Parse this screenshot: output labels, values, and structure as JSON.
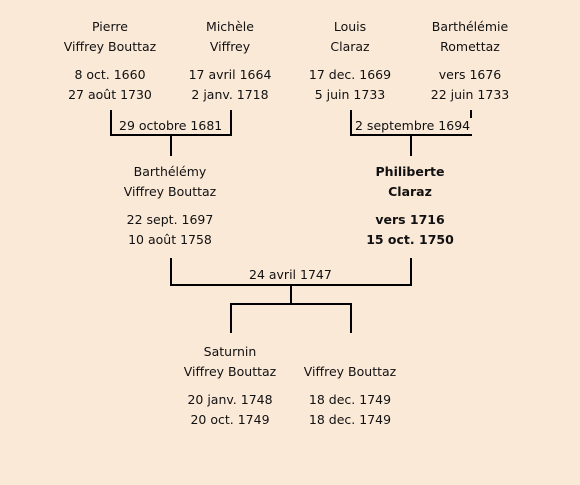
{
  "grandparents": [
    {
      "first": "Pierre",
      "last": "Viffrey Bouttaz",
      "birth": "8 oct. 1660",
      "death": "27 août 1730"
    },
    {
      "first": "Michèle",
      "last": "Viffrey",
      "birth": "17 avril 1664",
      "death": "2 janv. 1718"
    },
    {
      "first": "Louis",
      "last": "Claraz",
      "birth": "17 dec. 1669",
      "death": "5 juin 1733"
    },
    {
      "first": "Barthélémie",
      "last": "Romettaz",
      "birth": "vers 1676",
      "death": "22 juin 1733"
    }
  ],
  "parents": [
    {
      "first": "Barthélémy",
      "last": "Viffrey Bouttaz",
      "birth": "22 sept. 1697",
      "death": "10 août 1758"
    },
    {
      "first": "Philiberte",
      "last": "Claraz",
      "birth": "vers 1716",
      "death": "15 oct. 1750"
    }
  ],
  "children": [
    {
      "first": "Saturnin",
      "last": "Viffrey Bouttaz",
      "birth": "20 janv. 1748",
      "death": "20 oct. 1749"
    },
    {
      "first": "",
      "last": "Viffrey Bouttaz",
      "birth": "18 dec. 1749",
      "death": "18 dec. 1749"
    }
  ],
  "marriages": {
    "paternal": "29 octobre 1681",
    "maternal": "2 septembre 1694",
    "parents": "24 avril 1747"
  }
}
